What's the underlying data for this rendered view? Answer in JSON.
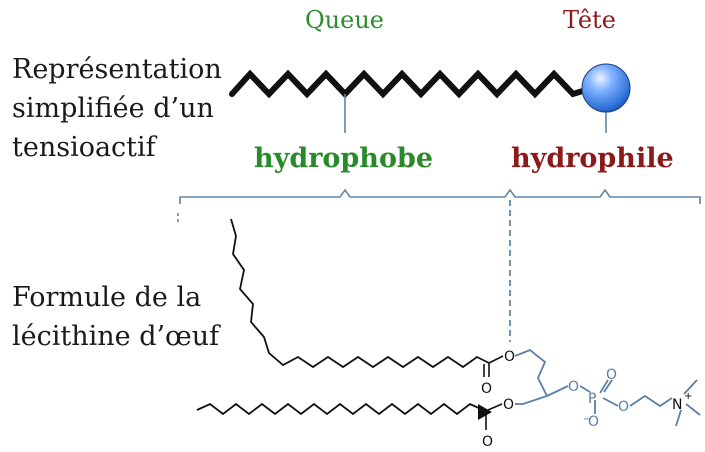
{
  "colors": {
    "queue": "#2e8b2e",
    "tete": "#8b1a1a",
    "hydrophobe": "#2a8a2a",
    "hydrophile": "#8b1a1a",
    "bracket": "#5f86a8",
    "chain": "#111111",
    "molecule_blue": "#5b7fa6",
    "head_sphere": "#2c6fd6"
  },
  "labels": {
    "queue": "Queue",
    "tete": "Tête",
    "hydrophobe": "hydrophobe",
    "hydrophile": "hydrophile",
    "simplified_line1": "Représentation",
    "simplified_line2": "simplifiée d’un",
    "simplified_line3": "tensioactif",
    "formula_line1": "Formule de la",
    "formula_line2": "lécithine d’œuf"
  },
  "molecule_atoms": {
    "oxygen": "O",
    "phosphorus": "P",
    "nitrogen": "N",
    "plus": "+",
    "minus": "−"
  }
}
